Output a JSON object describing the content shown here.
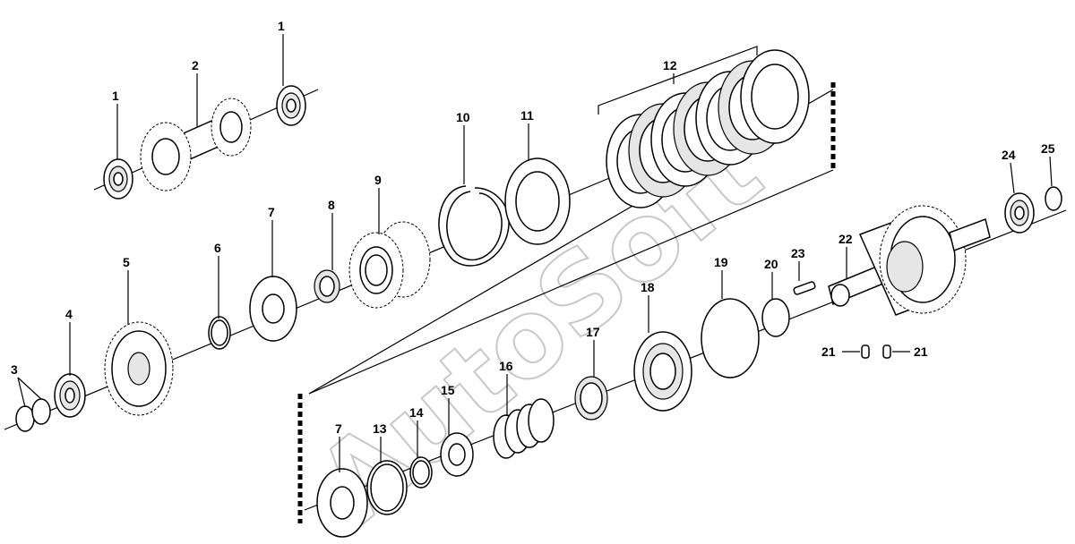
{
  "watermark": "AutoSoft",
  "labels": [
    {
      "id": "1a",
      "text": "1"
    },
    {
      "id": "1b",
      "text": "1"
    },
    {
      "id": "2",
      "text": "2"
    },
    {
      "id": "3",
      "text": "3"
    },
    {
      "id": "4",
      "text": "4"
    },
    {
      "id": "5",
      "text": "5"
    },
    {
      "id": "6",
      "text": "6"
    },
    {
      "id": "7a",
      "text": "7"
    },
    {
      "id": "7b",
      "text": "7"
    },
    {
      "id": "8",
      "text": "8"
    },
    {
      "id": "9",
      "text": "9"
    },
    {
      "id": "10",
      "text": "10"
    },
    {
      "id": "11",
      "text": "11"
    },
    {
      "id": "12",
      "text": "12"
    },
    {
      "id": "13",
      "text": "13"
    },
    {
      "id": "14",
      "text": "14"
    },
    {
      "id": "15",
      "text": "15"
    },
    {
      "id": "16",
      "text": "16"
    },
    {
      "id": "17",
      "text": "17"
    },
    {
      "id": "18",
      "text": "18"
    },
    {
      "id": "19",
      "text": "19"
    },
    {
      "id": "20",
      "text": "20"
    },
    {
      "id": "21a",
      "text": "21"
    },
    {
      "id": "21b",
      "text": "21"
    },
    {
      "id": "22",
      "text": "22"
    },
    {
      "id": "23",
      "text": "23"
    },
    {
      "id": "24",
      "text": "24"
    },
    {
      "id": "25",
      "text": "25"
    }
  ]
}
